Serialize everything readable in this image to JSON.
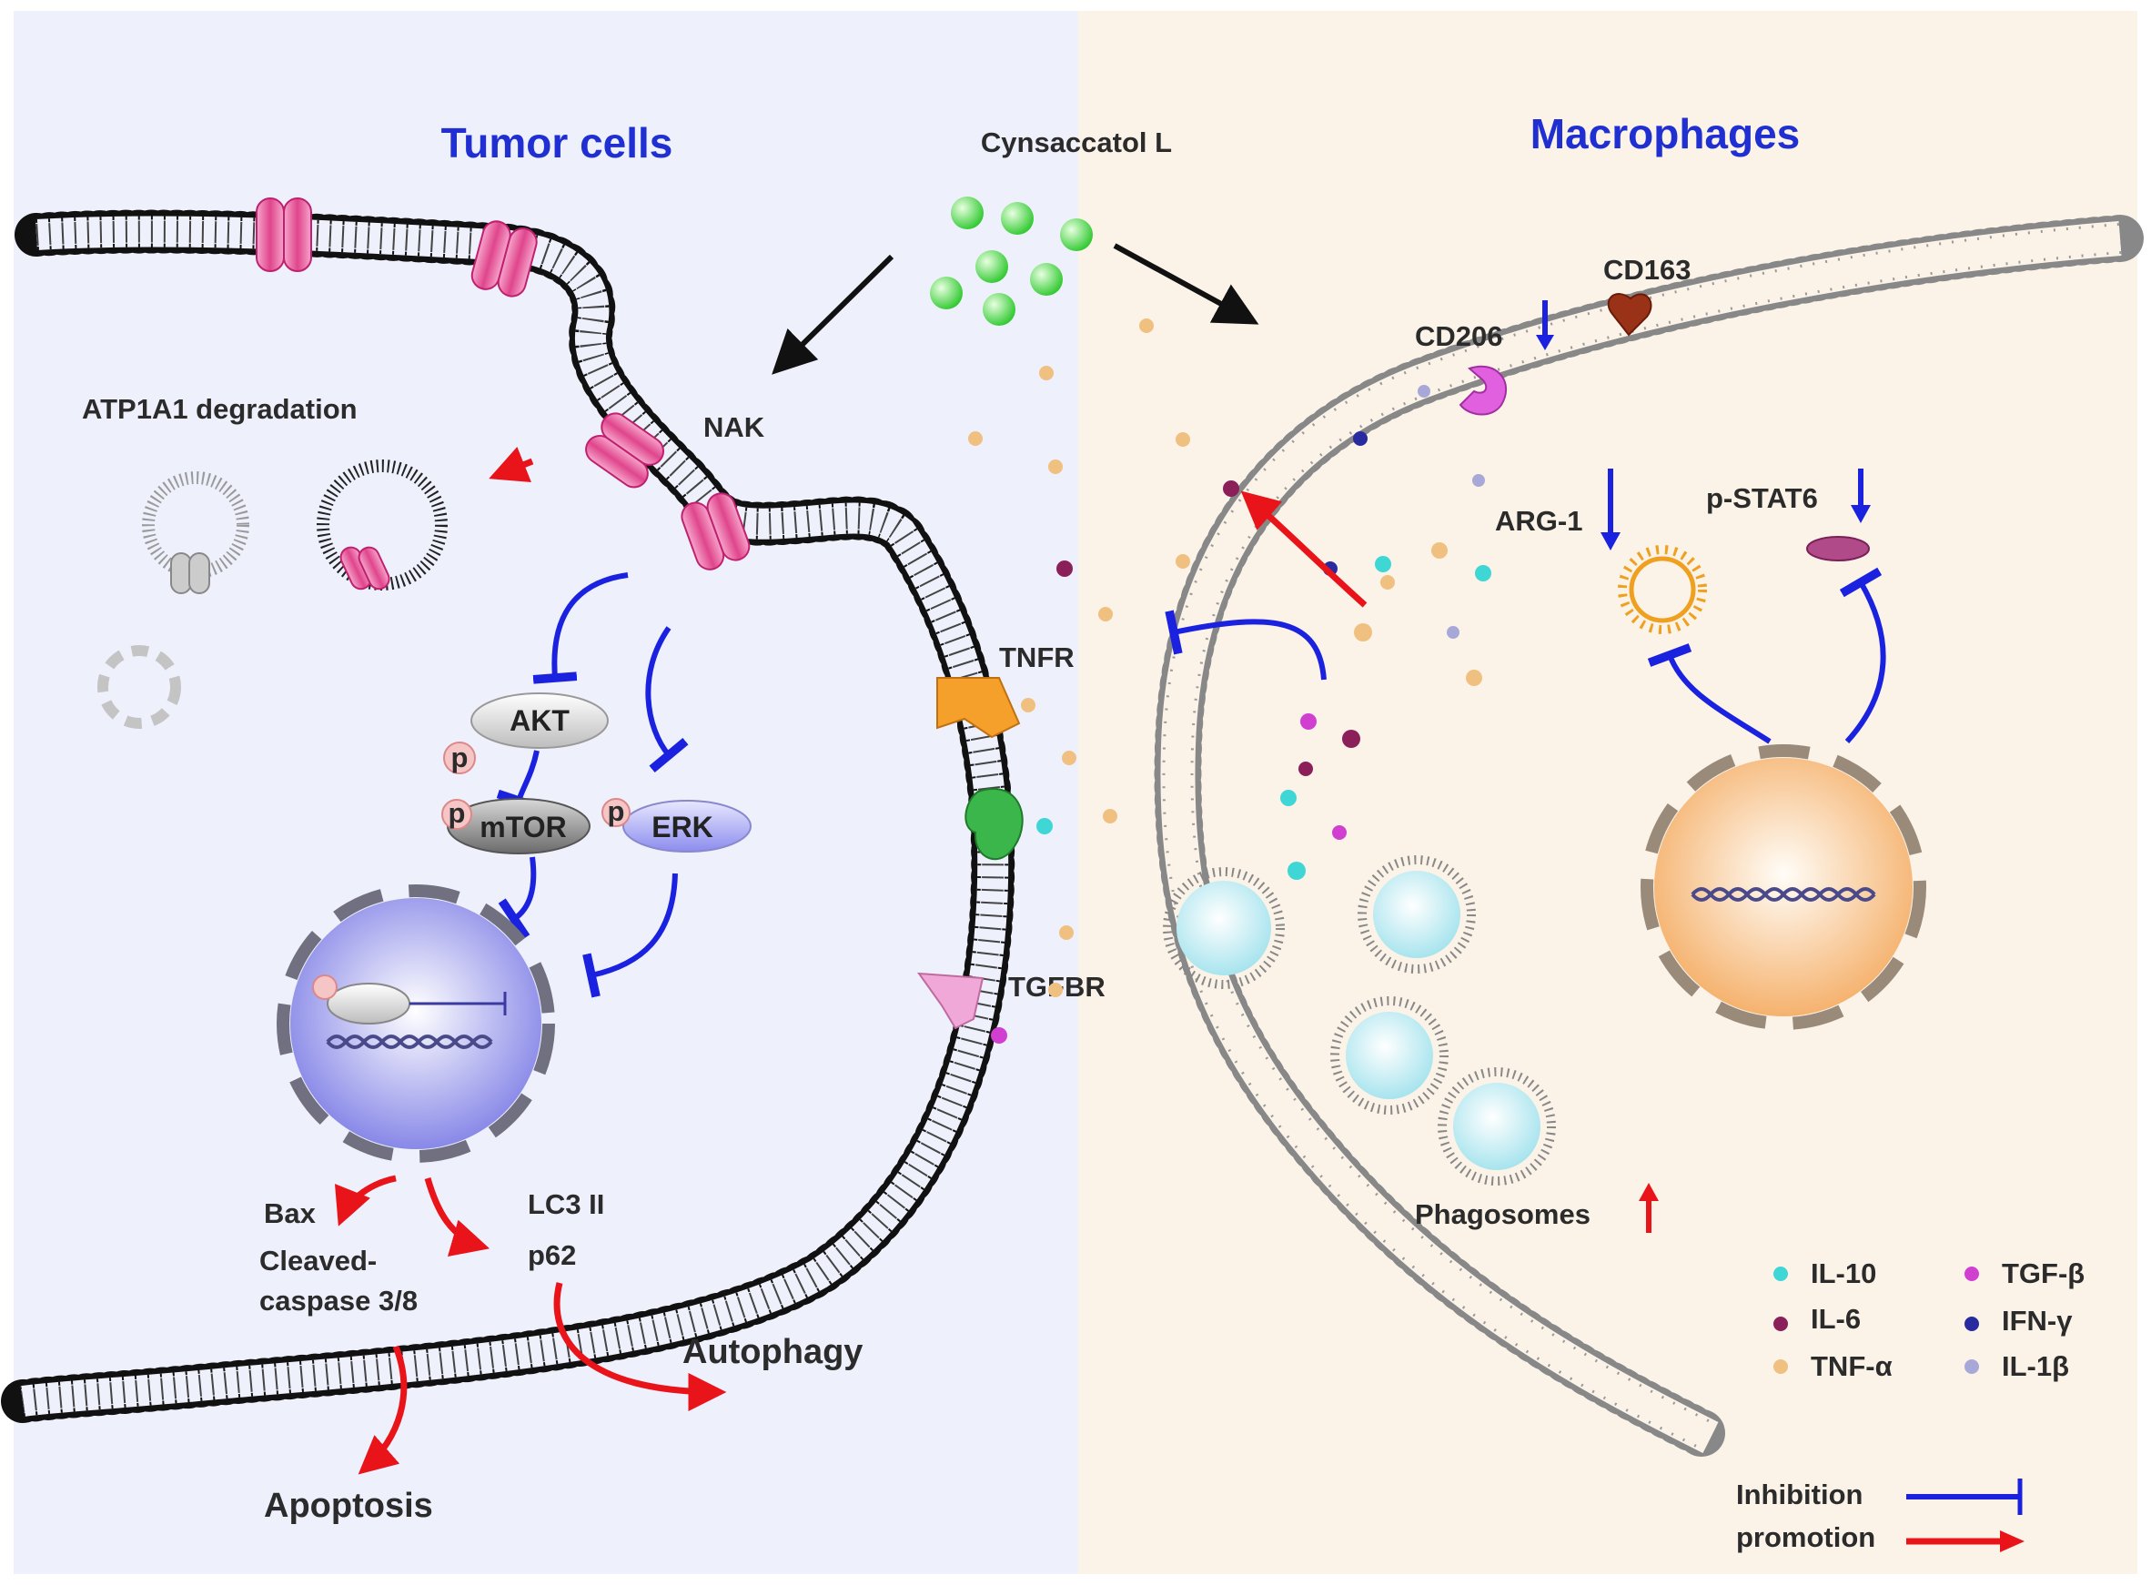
{
  "title_left": "Tumor cells",
  "title_right": "Macrophages",
  "compound": "Cynsaccatol L",
  "tumor": {
    "atp1a1": "ATP1A1 degradation",
    "nak": "NAK",
    "akt": "AKT",
    "mtor": "mTOR",
    "erk": "ERK",
    "p": "p",
    "bax": "Bax",
    "cleaved_1": "Cleaved-",
    "cleaved_2": "caspase 3/8",
    "lc3": "LC3 II",
    "p62": "p62",
    "autophagy": "Autophagy",
    "apoptosis": "Apoptosis"
  },
  "receptors": {
    "tnfr": "TNFR",
    "tgfbr": "TGFBR"
  },
  "macrophage": {
    "cd206": "CD206",
    "cd163": "CD163",
    "arg1": "ARG-1",
    "pstat6": "p-STAT6",
    "phagosomes": "Phagosomes"
  },
  "cytokines": [
    {
      "name": "IL-10",
      "color": "#3fd6d6"
    },
    {
      "name": "TGF-β",
      "color": "#d03fd0"
    },
    {
      "name": "IL-6",
      "color": "#8a1f5a"
    },
    {
      "name": "IFN-γ",
      "color": "#2a2aa0"
    },
    {
      "name": "TNF-α",
      "color": "#f0c080"
    },
    {
      "name": "IL-1β",
      "color": "#a8a8d8"
    }
  ],
  "legend": {
    "inhibition": "Inhibition",
    "promotion": "promotion"
  },
  "colors": {
    "inhibition": "#1a22e0",
    "promotion": "#e8141a",
    "left_bg": "#eef0fc",
    "right_bg": "#fbf3e8"
  }
}
